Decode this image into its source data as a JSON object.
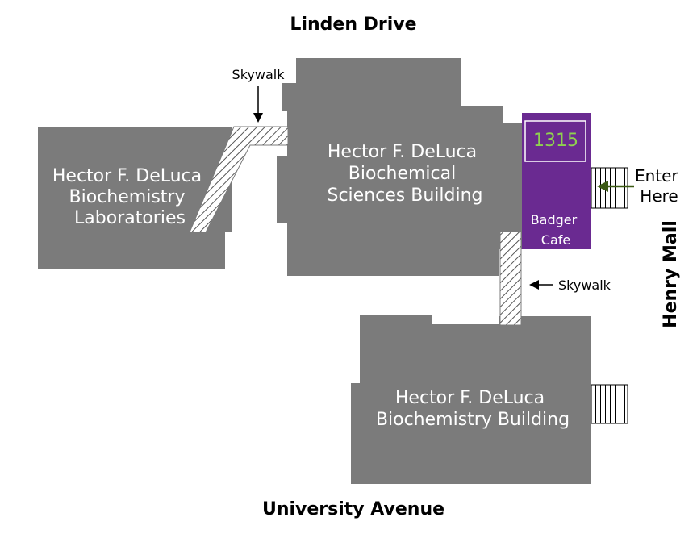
{
  "streets": {
    "north": "Linden Drive",
    "south": "University Avenue",
    "east": "Henry Mall"
  },
  "buildings": {
    "labs": [
      "Hector F. DeLuca",
      "Biochemistry",
      "Laboratories"
    ],
    "sciences": [
      "Hector F. DeLuca",
      "Biochemical",
      "Sciences Building"
    ],
    "biochem": [
      "Hector F. DeLuca",
      "Biochemistry Building"
    ]
  },
  "cafe": {
    "room": "1315",
    "name": [
      "Badger",
      "Cafe"
    ]
  },
  "entrance": [
    "Enter",
    "Here"
  ],
  "skywalk_labels": {
    "west": "Skywalk",
    "south": "Skywalk"
  },
  "colors": {
    "building": "#7b7b7b",
    "cafe": "#6a2a91",
    "room_text": "#8fd14f",
    "entrance_arrow": "#3c5a14"
  }
}
